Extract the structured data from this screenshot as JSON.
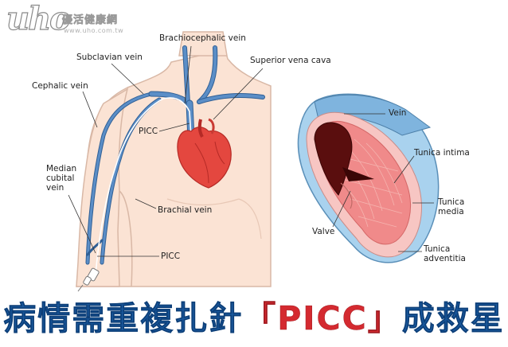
{
  "watermark": {
    "brand": "uho",
    "chinese": "優活健康網",
    "url": "www.uho.com.tw"
  },
  "labels": {
    "brachiocephalic_vein": "Brachiocephalic vein",
    "subclavian_vein": "Subclavian vein",
    "superior_vena_cava": "Superior vena cava",
    "cephalic_vein": "Cephalic vein",
    "picc_upper": "PICC",
    "median_cubital_vein": "Median\ncubital\nvein",
    "brachial_vein": "Brachial vein",
    "picc_lower": "PICC",
    "vein": "Vein",
    "tunica_intima": "Tunica intima",
    "tunica_media": "Tunica\nmedia",
    "valve": "Valve",
    "tunica_adventitia": "Tunica\nadventitia"
  },
  "title": {
    "part1": "病情需重複扎針",
    "highlight": "「PICC」",
    "part2": "成救星"
  },
  "colors": {
    "skin": "#fbe3d4",
    "skin_outline": "#d9b8a6",
    "vein": "#5b8ec7",
    "vein_dark": "#2f5f95",
    "heart": "#e4473f",
    "heart_dark": "#b52a26",
    "vessel_wall": "#f08a8a",
    "vessel_outer": "#a9d2ee",
    "title_blue": "#1a5aa0",
    "title_red": "#d42a30"
  }
}
